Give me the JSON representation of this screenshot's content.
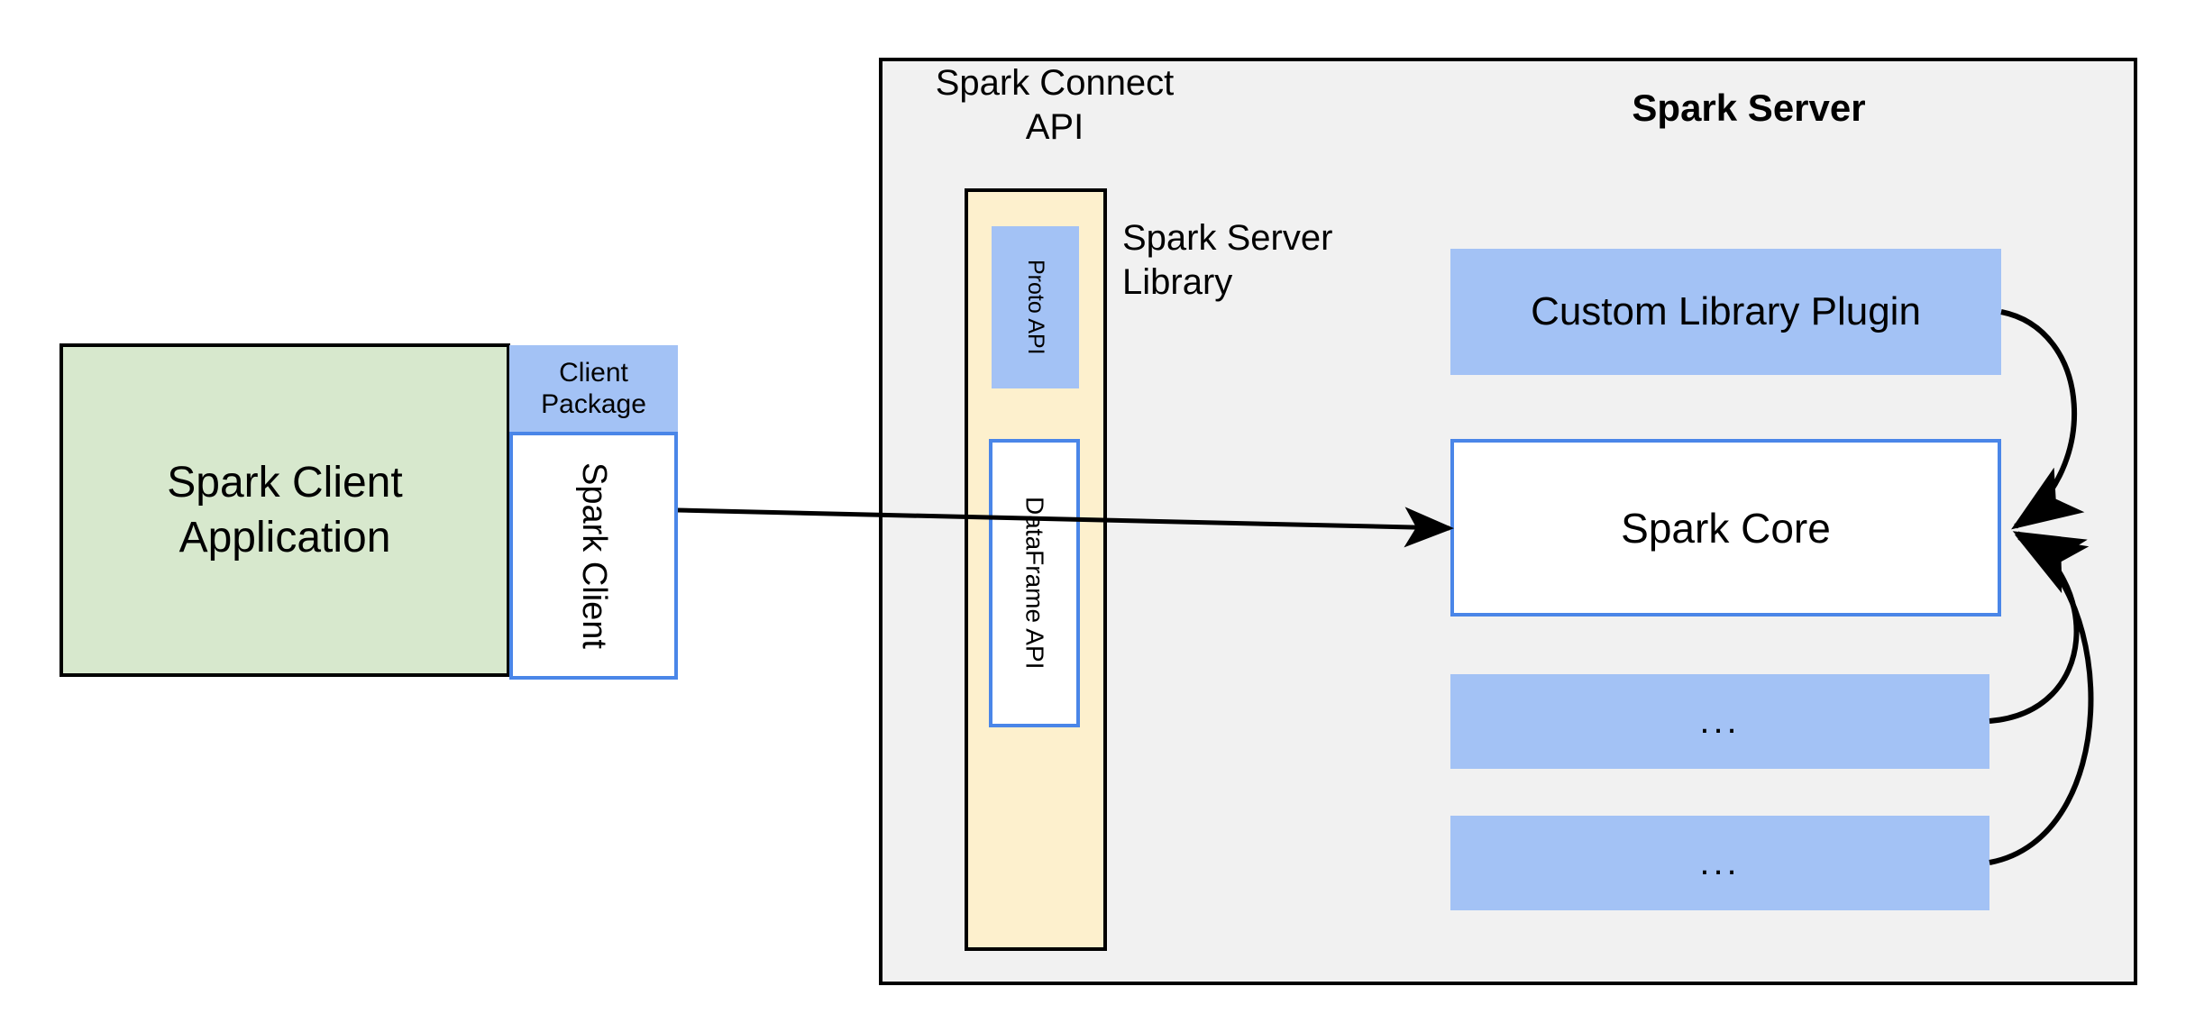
{
  "diagram": {
    "title": "Spark Connect architecture",
    "colors": {
      "client_app_fill": "#d7e8cd",
      "blue_fill": "#a3c2f5",
      "blue_border": "#4a86e8",
      "cream_fill": "#fdf0cd",
      "panel_fill": "#f1f1f1",
      "stroke": "#000000"
    }
  },
  "client": {
    "application_label": "Spark Client\nApplication",
    "application_line1": "Spark Client",
    "application_line2": "Application",
    "package_label": "Client\nPackage",
    "package_line1": "Client",
    "package_line2": "Package",
    "client_label": "Spark Client"
  },
  "server": {
    "panel_title": "Spark Server",
    "connect_api_label": "Spark Connect\nAPI",
    "connect_api_line1": "Spark Connect",
    "connect_api_line2": "API",
    "server_library_label": "Spark Server\nLibrary",
    "server_library_line1": "Spark Server",
    "server_library_line2": "Library",
    "proto_api_label": "Proto API",
    "dataframe_api_label": "DataFrame API",
    "components": [
      {
        "label": "Custom Library Plugin",
        "style": "blue-solid"
      },
      {
        "label": "Spark Core",
        "style": "white-blue-border"
      },
      {
        "label": "...",
        "style": "blue-solid"
      },
      {
        "label": "...",
        "style": "blue-solid"
      }
    ],
    "custom_library_plugin_label": "Custom Library Plugin",
    "spark_core_label": "Spark Core",
    "ellipsis_label_1": "...",
    "ellipsis_label_2": "..."
  },
  "connections": [
    {
      "from": "Spark Client",
      "to": "Spark Core",
      "type": "straight-arrow"
    },
    {
      "from": "Custom Library Plugin",
      "to": "Spark Core",
      "type": "curved-arrow"
    },
    {
      "from": "...",
      "to": "Spark Core",
      "type": "curved-arrow"
    },
    {
      "from": "...",
      "to": "Spark Core",
      "type": "curved-arrow"
    }
  ]
}
